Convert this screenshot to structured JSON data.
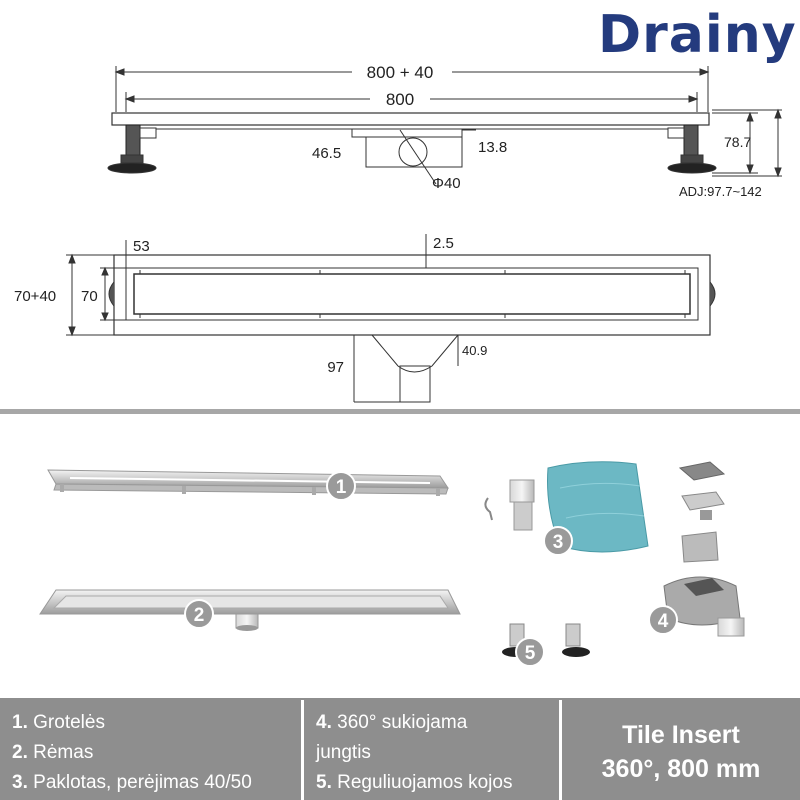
{
  "brand": {
    "name": "Drainy",
    "color": "#243b7e"
  },
  "top_view": {
    "overall_length": "800 + 40",
    "inner_length": "800",
    "height_dim": "78.7",
    "pipe_offset": "46.5",
    "outlet_gap": "13.8",
    "outlet_diameter": "Φ40",
    "adjust_range": "ADJ:97.7~142"
  },
  "section_view": {
    "edge": "53",
    "slope": "2.5",
    "outer_width": "70+40",
    "inner_width": "70",
    "outlet_depth": "97",
    "outlet_height": "40.9"
  },
  "parts": [
    {
      "number": "1"
    },
    {
      "number": "2"
    },
    {
      "number": "3"
    },
    {
      "number": "4"
    },
    {
      "number": "5"
    }
  ],
  "legend": {
    "col1": [
      {
        "num": "1.",
        "text": "Grotelės"
      },
      {
        "num": "2.",
        "text": "Rėmas"
      },
      {
        "num": "3.",
        "text": "Paklotas, perėjimas 40/50"
      }
    ],
    "col2": [
      {
        "num": "4.",
        "text": "360° sukiojama"
      },
      {
        "num": "",
        "text": "jungtis"
      },
      {
        "num": "5.",
        "text": "Reguliuojamos kojos"
      }
    ],
    "product_name": "Tile Insert",
    "product_spec": "360°, 800 mm"
  },
  "colors": {
    "footer": "#8e8e8e",
    "divider": "#a7a7a7",
    "line": "#333333",
    "badge": "#9a9a9a",
    "membrane": "#6cb8c4"
  }
}
